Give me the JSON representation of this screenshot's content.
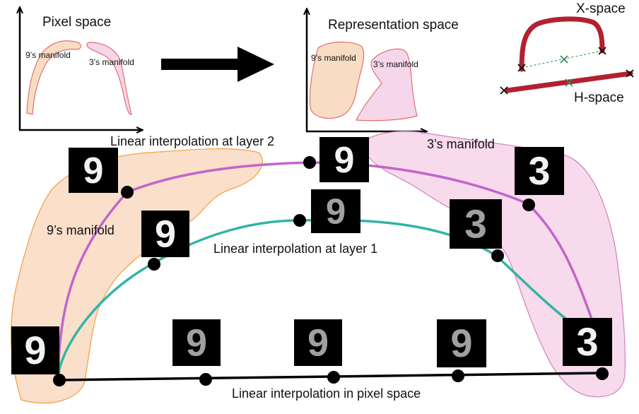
{
  "pixel_space": {
    "title": "Pixel space",
    "nine_manifold": "9’s manifold",
    "three_manifold": "3’s manifold"
  },
  "representation_space": {
    "title": "Representation space",
    "nine_manifold": "9’s manifold",
    "three_manifold": "3’s manifold"
  },
  "inset": {
    "x_space": "X-space",
    "h_space": "H-space"
  },
  "main": {
    "label_layer2": "Linear interpolation at layer 2",
    "label_layer1": "Linear interpolation at layer 1",
    "label_pixel": "Linear interpolation in pixel space",
    "nine_manifold": "9’s manifold",
    "three_manifold": "3’s manifold"
  },
  "digit_tiles": [
    {
      "glyph": "9",
      "row": "layer2"
    },
    {
      "glyph": "9",
      "row": "layer2"
    },
    {
      "glyph": "3",
      "row": "layer2"
    },
    {
      "glyph": "9",
      "row": "layer1"
    },
    {
      "glyph": "9",
      "row": "layer1"
    },
    {
      "glyph": "3",
      "row": "layer1"
    },
    {
      "glyph": "9",
      "row": "pixel"
    },
    {
      "glyph": "9",
      "row": "pixel"
    },
    {
      "glyph": "9",
      "row": "pixel"
    },
    {
      "glyph": "9",
      "row": "pixel"
    },
    {
      "glyph": "3",
      "row": "pixel"
    }
  ],
  "colors": {
    "nine_manifold_fill": "#f9dcc4",
    "nine_manifold_stroke": "#f0a040",
    "three_manifold_fill": "#f6d6ea",
    "three_manifold_stroke": "#d080c0",
    "layer2_curve": "#c066c8",
    "layer1_curve": "#33b3a6",
    "pixel_line": "#000000",
    "inset_curve": "#b3202f"
  }
}
